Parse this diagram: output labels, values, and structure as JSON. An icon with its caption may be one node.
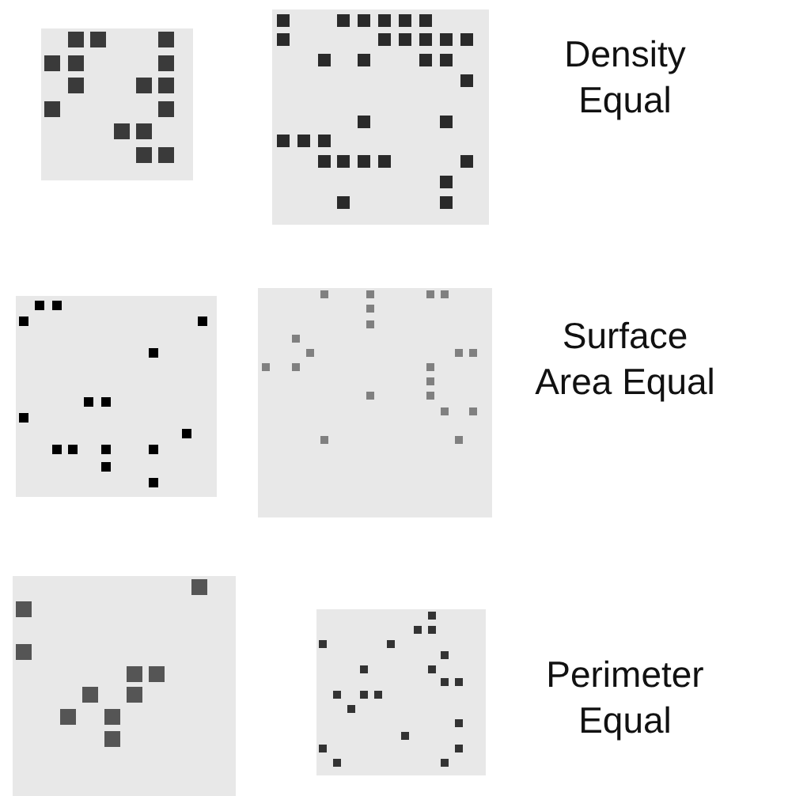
{
  "diagram": {
    "labels": [
      "Density Equal",
      "Surface Area Equal",
      "Perimeter Equal"
    ]
  }
}
